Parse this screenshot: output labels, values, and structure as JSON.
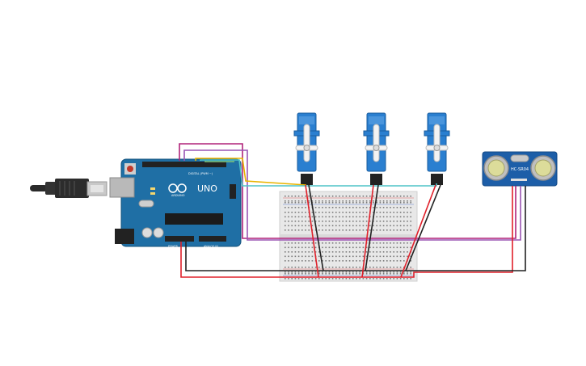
{
  "board": {
    "brand": "UNO",
    "logo_text": "ARDUINO",
    "digital_label": "DIGITAL (PWM ~)",
    "power_label": "POWER",
    "analog_label": "ANALOG IN"
  },
  "sensor": {
    "model": "HC-SR04"
  },
  "servos": [
    {
      "id": "servo-1"
    },
    {
      "id": "servo-2"
    },
    {
      "id": "servo-3"
    }
  ],
  "colors": {
    "board": "#1f6fa5",
    "servo": "#2a7fd0",
    "sensor": "#1d5ea8",
    "wire_red": "#e0202a",
    "wire_black": "#222222",
    "wire_magenta": "#b0237a",
    "wire_yellow": "#e8b400",
    "wire_teal": "#4fc3c7"
  }
}
